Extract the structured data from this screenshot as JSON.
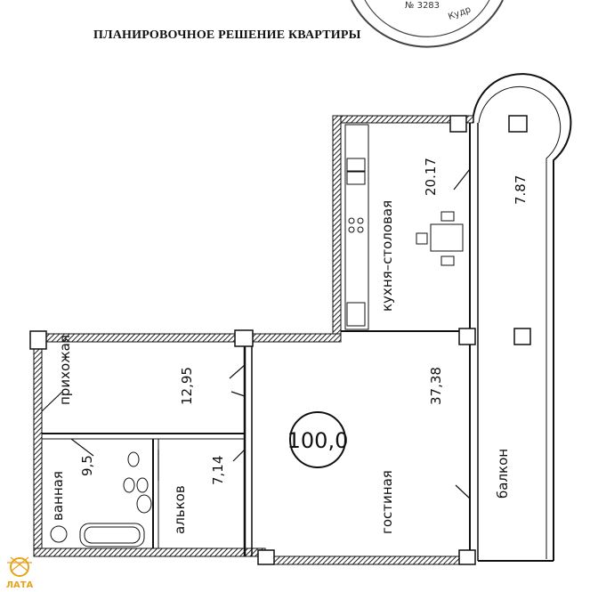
{
  "title": "ПЛАНИРОВОЧНОЕ РЕШЕНИЕ КВАРТИРЫ",
  "total_area": "100,0",
  "rooms": {
    "kitchen": {
      "name": "кухня–столовая",
      "area": "20.17"
    },
    "loggia_top": {
      "area": "7.87"
    },
    "hallway": {
      "name": "прихожая",
      "area": "12,95"
    },
    "living": {
      "name": "гостиная",
      "area": "37,38"
    },
    "bathroom": {
      "name": "ванная",
      "area": "9,5"
    },
    "alcove": {
      "name": "альков",
      "area": "7,14"
    },
    "balcony": {
      "name": "балкон"
    }
  },
  "stamp": {
    "number": "№ 3283",
    "text": "Кудр"
  },
  "logo": {
    "name": "ЛАТА",
    "color": "#e8a31d"
  }
}
